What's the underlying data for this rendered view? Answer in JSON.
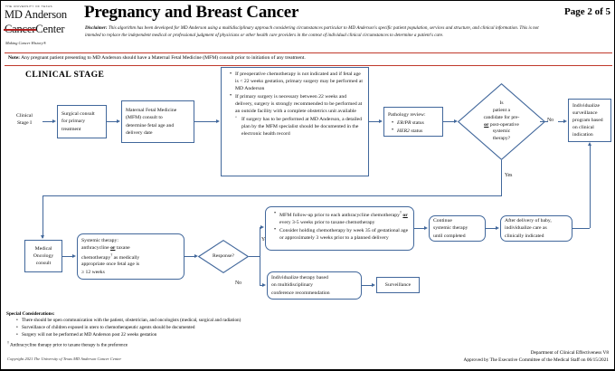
{
  "header": {
    "logo": {
      "university": "THE UNIVERSITY OF TEXAS",
      "name_line1": "MD Anderson",
      "name_strike": "Cancer",
      "name_line2": "Center",
      "tagline": "Making Cancer History®"
    },
    "title": "Pregnancy and Breast Cancer",
    "page_label": "Page 2 of 5",
    "disclaimer_prefix": "Disclaimer:",
    "disclaimer": " This algorithm has been developed for MD Anderson using a multidisciplinary approach considering circumstances particular to MD Anderson's specific patient population, services and structure, and clinical information. This is not intended to replace the independent medical or professional judgment of physicians or other health care providers in the context of individual clinical circumstances to determine a patient's care.",
    "note_prefix": "Note:",
    "note": " Any pregnant patient presenting to MD Anderson should have a Maternal Fetal Medicine (MFM) consult prior to initiation of any treatment.",
    "section_title": "CLINICAL STAGE"
  },
  "flow": {
    "entry_label": "Clinical\nStage I",
    "surgical_consult": "Surgical consult\nfor primary\ntreatment",
    "mfm_consult": "Maternal Fetal Medicine\n(MFM) consult to\ndetermine fetal age and\ndelivery date",
    "surgery_bullets": [
      "If preoperative chemotherapy is not indicated and if fetal age is < 22 weeks gestation, primary surgery may be performed at MD Anderson",
      "If primary surgery is necessary between 22 weeks and delivery, surgery is strongly recommended to be performed at an outside facility with a complete obstetrics unit available",
      "If surgery has to be performed at MD Anderson, a detailed plan by the MFM specialist should be documented in the electronic health record"
    ],
    "pathology_title": "Pathology review:",
    "pathology_items": [
      "ER/PR status",
      "HER2 status"
    ],
    "decision_systemic": "Is\npatient a\ncandidate for pre-\nor post-operative\nsystemic\ntherapy?",
    "decision_systemic_emphasis": "or",
    "surveillance_program": "Individualize\nsurveillance\nprogram based\non clinical\nindication",
    "medical_oncology": "Medical\nOncology\nconsult",
    "systemic_therapy": "Systemic therapy:\nanthracycline or taxane\nchemotherapy† as medically\nappropriate once fetal age is\n≥ 12 weeks",
    "decision_response": "Response?",
    "mfm_followup_bullets": [
      "MFM follow-up prior to each anthracycline chemotherapy† or every 3-5 weeks prior to taxane chemotherapy",
      "Consider holding chemotherapy by week 35 of gestational age or approximately 3 weeks prior to a planned delivery"
    ],
    "continue_therapy": "Continue\nsystemic therapy\nuntil completed",
    "after_delivery": "After delivery of baby,\nindividualize care as\nclinically indicated",
    "individualize_therapy": "Individualize therapy based\non multidisciplinary\nconference recommendation",
    "surveillance": "Surveillance",
    "labels": {
      "no_top": "No",
      "yes_top": "Yes",
      "yes_response": "Yes",
      "no_response": "No"
    }
  },
  "footer": {
    "special_title": "Special Considerations:",
    "special_items": [
      "There should be open communication with the patient, obstetrician, and oncologists (medical, surgical and radiation)",
      "Surveillance of children exposed in utero to chemotherapeutic agents should be documented",
      "Surgery will not be performed at MD Anderson post 22 weeks gestation"
    ],
    "footnote_marker": "†",
    "footnote": " Anthracycline therapy prior to taxane therapy is the preference",
    "copyright": "Copyright 2021 The University of Texas MD Anderson Cancer Center",
    "department": "Department of Clinical Effectiveness V8",
    "approved": "Approved by The Executive Committee of the Medical Staff on 06/15/2021"
  },
  "colors": {
    "accent_red": "#c0392b",
    "node_border": "#41679b",
    "text": "#111111"
  }
}
